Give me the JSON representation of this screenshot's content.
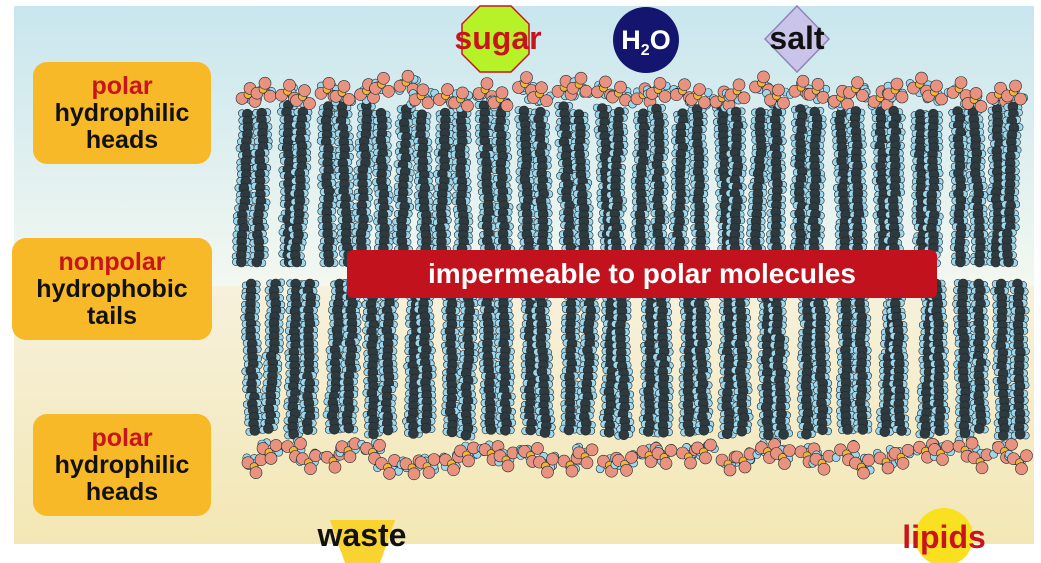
{
  "labels": {
    "top": {
      "keyword": "polar",
      "line1": "hydrophilic",
      "line2": "heads"
    },
    "middle": {
      "keyword": "nonpolar",
      "line1": "hydrophobic",
      "line2": "tails"
    },
    "bottom": {
      "keyword": "polar",
      "line1": "hydrophilic",
      "line2": "heads"
    }
  },
  "banner": "impermeable to polar molecules",
  "molecules": {
    "sugar": "sugar",
    "water_main": "H",
    "water_sub": "2",
    "water_end": "O",
    "salt": "salt",
    "waste": "waste",
    "lipids": "lipids"
  },
  "colors": {
    "label_box": "#f7b928",
    "keyword_red": "#c8141c",
    "banner": "#c1121d",
    "sugar_octagon": "#b6f227",
    "water_circle": "#13156f",
    "salt_diamond": "#cbc4ea",
    "waste_trapezoid": "#f9d430",
    "lipids_circle": "#f9e020",
    "tail_carbon": "#2f3a3f",
    "hydrogen": "#9fd7ec",
    "head_oxygen": "#e8927f",
    "phosphorus": "#f2b43a"
  }
}
